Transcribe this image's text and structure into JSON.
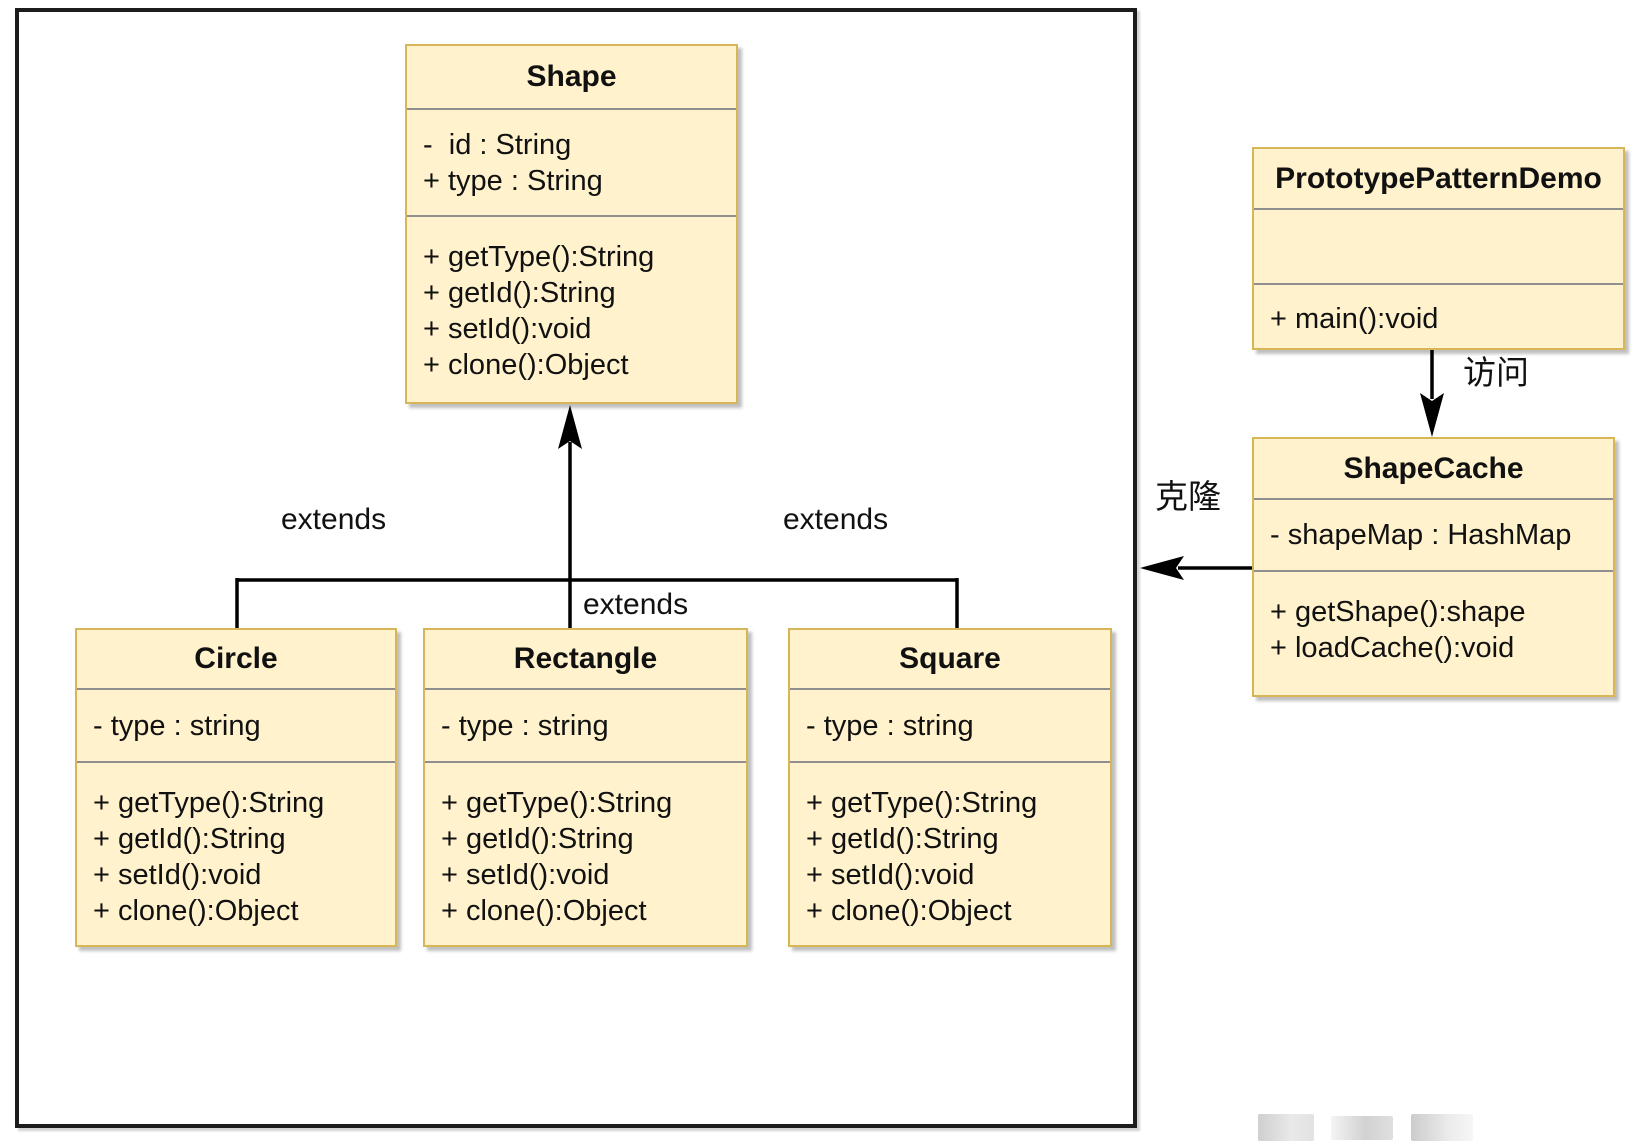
{
  "diagram": {
    "title_hint": "Prototype pattern UML class diagram",
    "colors": {
      "class_fill": "#fff2cc",
      "class_border": "#d6b656",
      "connector": "#000000"
    },
    "classes": {
      "shape": {
        "title": "Shape",
        "attributes": [
          "-  id : String",
          "+ type : String"
        ],
        "methods": [
          "+ getType():String",
          "+ getId():String",
          "+ setId():void",
          "+ clone():Object"
        ]
      },
      "circle": {
        "title": "Circle",
        "attributes": [
          "- type : string"
        ],
        "methods": [
          "+ getType():String",
          "+ getId():String",
          "+ setId():void",
          "+ clone():Object"
        ]
      },
      "rectangle": {
        "title": "Rectangle",
        "attributes": [
          "- type : string"
        ],
        "methods": [
          "+ getType():String",
          "+ getId():String",
          "+ setId():void",
          "+ clone():Object"
        ]
      },
      "square": {
        "title": "Square",
        "attributes": [
          "- type : string"
        ],
        "methods": [
          "+ getType():String",
          "+ getId():String",
          "+ setId():void",
          "+ clone():Object"
        ]
      },
      "demo": {
        "title": "PrototypePatternDemo",
        "attributes": [],
        "methods": [
          "+ main():void"
        ]
      },
      "cache": {
        "title": "ShapeCache",
        "attributes": [
          "- shapeMap : HashMap"
        ],
        "methods": [
          "+ getShape():shape",
          "+ loadCache():void"
        ]
      }
    },
    "labels": {
      "extends_left": "extends",
      "extends_middle": "extends",
      "extends_right": "extends",
      "access": "访问",
      "clone": "克隆"
    }
  }
}
